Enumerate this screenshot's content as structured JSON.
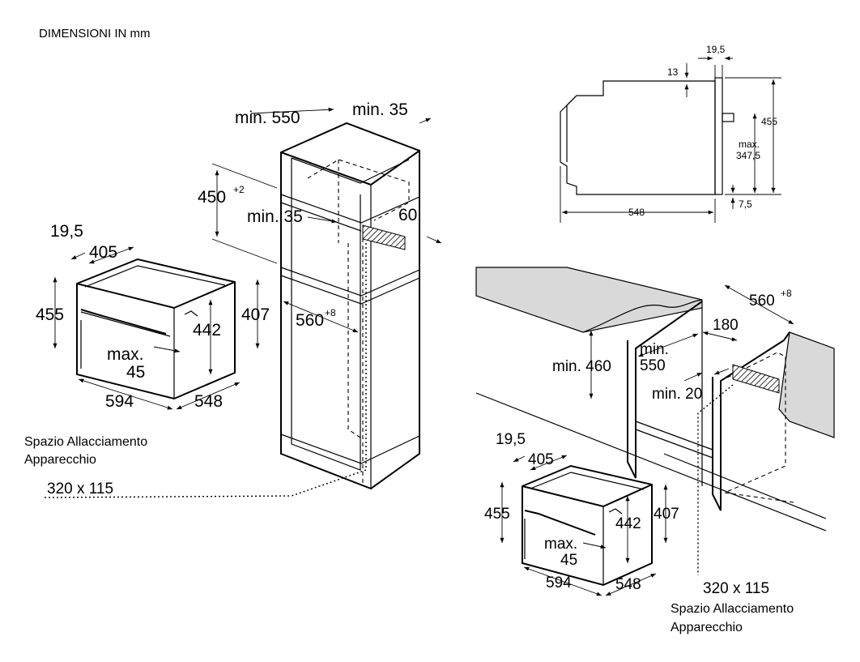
{
  "heading": "DIMENSIONI IN mm",
  "tall_cabinet": {
    "min_550": "min. 550",
    "min_35_top": "min. 35",
    "h_450": "450",
    "h_450_tol": "+2",
    "min_35_inner": "min. 35",
    "d_60": "60",
    "w_560": "560",
    "w_560_tol": "+8",
    "connection_label_1": "Spazio Allacciamento",
    "connection_label_2": "Apparecchio",
    "connection_size": "320 x 115"
  },
  "oven_left": {
    "d_19_5": "19,5",
    "d_405": "405",
    "h_455": "455",
    "h_442": "442",
    "h_407": "407",
    "max_label": "max.",
    "max_value": "45",
    "w_594": "594",
    "d_548": "548"
  },
  "side_view": {
    "d_19_5": "19,5",
    "d_13": "13",
    "h_455": "455",
    "max_label": "max.",
    "max_value": "347,5",
    "d_548": "548",
    "d_7_5": "7,5"
  },
  "undercounter": {
    "w_560": "560",
    "w_560_tol": "+8",
    "d_180": "180",
    "min_460": "min. 460",
    "min_550_1": "min.",
    "min_550_2": "550",
    "min_20": "min. 20",
    "connection_size": "320 x 115",
    "connection_label_1": "Spazio Allacciamento",
    "connection_label_2": "Apparecchio"
  },
  "oven_right": {
    "d_19_5": "19,5",
    "d_405": "405",
    "h_455": "455",
    "h_442": "442",
    "h_407": "407",
    "max_label": "max.",
    "max_value": "45",
    "w_594": "594",
    "d_548": "548"
  }
}
